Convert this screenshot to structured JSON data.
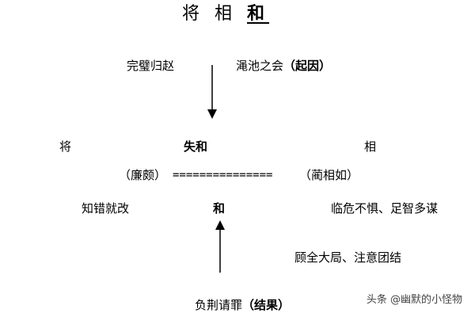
{
  "title": {
    "main": "将 相 ",
    "highlight": "和"
  },
  "causes": {
    "left": "完璧归赵",
    "right": "渑池之会",
    "right_tag": "（起因）"
  },
  "middle_row": {
    "left": "将",
    "center": "失和",
    "right": "相"
  },
  "persons": {
    "left": "（廉颇）",
    "link": "===============",
    "right": "（蔺相如）"
  },
  "traits": {
    "left": "知错就改",
    "center": "和",
    "right": "临危不惧、足智多谋"
  },
  "note": "顾全大局、注意团结",
  "result": {
    "text": "负荆请罪",
    "tag": "（结果）"
  },
  "watermark": "头条 @幽默的小怪物"
}
